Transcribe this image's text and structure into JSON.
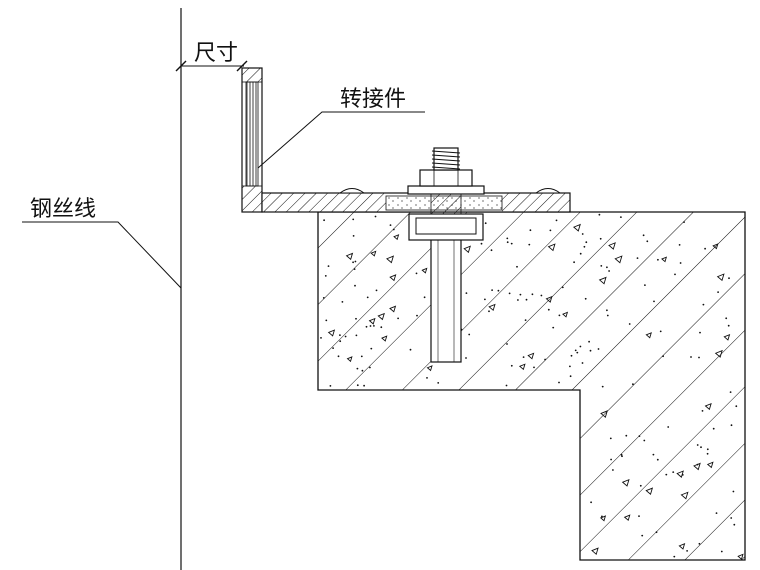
{
  "labels": {
    "dimension": "尺寸",
    "adapter": "转接件",
    "steel_wire": "钢丝线"
  },
  "colors": {
    "line": "#111111",
    "background": "#ffffff"
  }
}
